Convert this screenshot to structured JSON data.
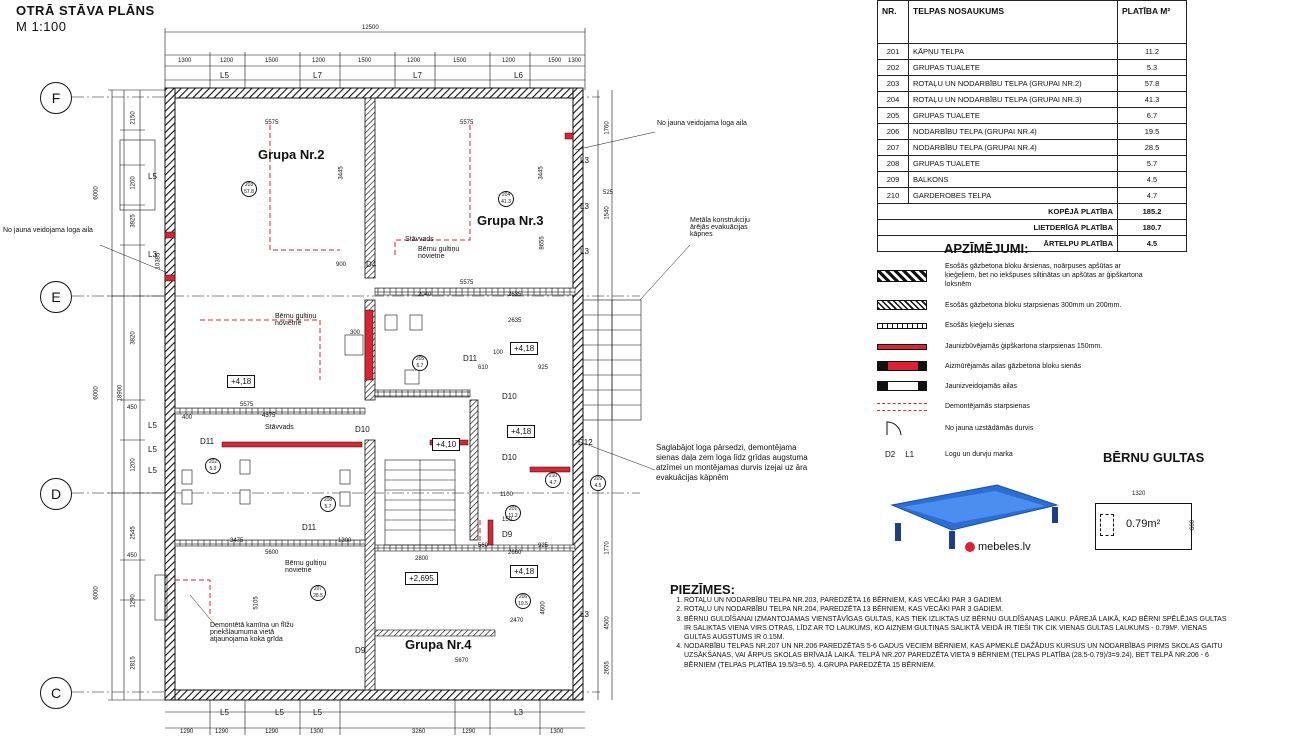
{
  "plan": {
    "title": "OTRĀ STĀVA PLĀNS",
    "scale": "M 1:100",
    "overall_dim": "12500",
    "top_dims": [
      "1300",
      "1200",
      "1500",
      "1200",
      "1500",
      "1200",
      "1500",
      "1200",
      "1500",
      "1300"
    ],
    "top_marks": [
      "L5",
      "L7",
      "L7",
      "L6"
    ],
    "bottom_dims": [
      "1290",
      "1290",
      "1290",
      "1300",
      "3260",
      "1290",
      "1300"
    ],
    "bottom_marks": [
      "L5",
      "L5",
      "L5",
      "L3"
    ],
    "left_dims": [
      "2150",
      "1200",
      "3925",
      "10385",
      "3820",
      "450",
      "1200",
      "6000",
      "18900",
      "6000",
      "6000",
      "1290",
      "2545",
      "450",
      "2815"
    ],
    "right_dims": [
      "1760",
      "525",
      "1540",
      "8655",
      "1770",
      "4500",
      "2655"
    ],
    "grid_lines": [
      "F",
      "E",
      "D",
      "C"
    ],
    "rooms": {
      "g2": "Grupa Nr.2",
      "g3": "Grupa Nr.3",
      "g4": "Grupa Nr.4"
    },
    "room_numbers": [
      {
        "num": "203",
        "area": "57.8"
      },
      {
        "num": "204",
        "area": "41.3"
      },
      {
        "num": "202",
        "area": "5.3"
      },
      {
        "num": "207",
        "area": "28.5"
      },
      {
        "num": "206",
        "area": "19.5"
      },
      {
        "num": "208",
        "area": "5.7"
      },
      {
        "num": "205",
        "area": "6.7"
      },
      {
        "num": "201",
        "area": "11.2"
      },
      {
        "num": "209",
        "area": "4.5"
      },
      {
        "num": "210",
        "area": "4.7"
      }
    ],
    "levels": [
      "+4,18",
      "+4,18",
      "+4,10",
      "+4,18",
      "+2,695",
      "+4,18"
    ],
    "annotations": {
      "window_left": "No jauna veidojama loga aila",
      "window_right": "No jauna veidojama loga aila",
      "stair_metal": "Metāla konstrukciju ārējās evakuācijas kāpnes",
      "stavvads1": "Stāvvads",
      "stavvads2": "Stāvvads",
      "bed1": "Bērnu gultiņu novietne",
      "bed2": "Bērnu gultiņu novietne",
      "bed3": "Bērnu gultiņu novietne",
      "chimney": "Demontētā kamīna un flīžu priekšlaumuma vietā atjaunojama koka grīda",
      "lintel": "Saglabājot loga pārsedzi, demontējama sienas daļa zem loga līdz grīdas augstuma atzīmei un montējamas durvis izejai uz āra evakuācijas kāpnēm"
    },
    "doors": [
      "D4",
      "D10",
      "D11",
      "D11",
      "D10",
      "D11",
      "D12",
      "D9",
      "D9",
      "D10"
    ],
    "inner_dims": [
      "5575",
      "5575",
      "3445",
      "3445",
      "5575",
      "2635",
      "2635",
      "5575",
      "4375",
      "2040",
      "3475",
      "5600",
      "2800",
      "2660",
      "2470",
      "5670",
      "5105",
      "4600",
      "900",
      "300",
      "400",
      "610",
      "925",
      "560",
      "925",
      "100",
      "150",
      "1100",
      "1300"
    ]
  },
  "room_table": {
    "headers": [
      "NR.",
      "TELPAS NOSAUKUMS",
      "PLATĪBA M²"
    ],
    "rows": [
      [
        "201",
        "KĀPŅU TELPA",
        "11.2"
      ],
      [
        "202",
        "GRUPAS TUALETE",
        "5.3"
      ],
      [
        "203",
        "ROTAĻU UN NODARBĪBU TELPA (GRUPAI NR.2)",
        "57.8"
      ],
      [
        "204",
        "ROTAĻU UN NODARBĪBU TELPA (GRUPAI NR.3)",
        "41.3"
      ],
      [
        "205",
        "GRUPAS TUALETE",
        "6.7"
      ],
      [
        "206",
        "NODARBĪBU TELPA (GRUPAI NR.4)",
        "19.5"
      ],
      [
        "207",
        "NODARBĪBU TELPA (GRUPAI NR.4)",
        "28.5"
      ],
      [
        "208",
        "GRUPAS TUALETE",
        "5.7"
      ],
      [
        "209",
        "BALKONS",
        "4.5"
      ],
      [
        "210",
        "GARDEROBES TELPA",
        "4.7"
      ]
    ],
    "totals": [
      {
        "label": "KOPĒJĀ PLATĪBA",
        "value": "185.2"
      },
      {
        "label": "LIETDERĪGĀ PLATĪBA",
        "value": "180.7"
      },
      {
        "label": "ĀRTELPU PLATĪBA",
        "value": "4.5"
      }
    ]
  },
  "legend": {
    "title": "APZĪMĒJUMI:",
    "items": [
      "Esošās gāzbetona bloku ārsienas, noārpuses apšūtas ar ķieģeļiem, bet no iekšpuses siltinātas un apšūtas ar ģipškartona loksnēm",
      "Esošās gāzbetona bloku starpsienas 300mm un 200mm.",
      "Esošās ķieģeļu sienas",
      "Jaunizbūvējamās ģipškartona starpsienas 150mm.",
      "Aizmūrējamās ailas gāzbetona bloku sienās",
      "Jaunizveidojamās ailas",
      "Demontējamās starpsienas",
      "No jauna uzstādāmās durvis",
      "Logu un durvju marka"
    ],
    "mark_d": "D2",
    "mark_l": "L1"
  },
  "beds": {
    "title": "BĒRNU GULTAS",
    "brand": "mebeles.lv",
    "width": "1320",
    "depth": "600",
    "area": "0.79m²"
  },
  "notes": {
    "title": "PIEZĪMES:",
    "items": [
      "ROTAĻU UN NODARBĪBU TELPA NR.203, PAREDZĒTA 16 BĒRNIEM, KAS VECĀKI PAR 3 GADIEM.",
      "ROTAĻU UN NODARBĪBU TELPA NR.204, PAREDZĒTA 13 BĒRNIEM, KAS VECĀKI PAR 3 GADIEM.",
      "BĒRNU GULDĪŠANAI IZMANTOJAMAS VIENSTĀVĪGAS GULTAS, KAS TIEK IZLIKTAS UZ BĒRNU GULDĪŠANAS LAIKU. PĀREJĀ LAIKĀ, KAD BĒRNI SPĒLĒJAS GULTAS IR SALIKTAS VIENA VIRS OTRAS, LĪDZ AR TO LAUKUMS, KO AIZŅEM GULTIŅAS SALIKTĀ VEIDĀ IR TIEŠI TIK CIK VIENAS GULTAS LAUKUMS - 0.79M². VIENAS GULTAS AUGSTUMS IR 0.15M.",
      "NODARBĪBU TELPAS NR.207 UN NR.206 PAREDZĒTAS 5-6 GADUS VECIEM BĒRNIEM, KAS APMEKLĒ DAŽĀDUS KURSUS UN NODARBĪBAS PIRMS SKOLAS GAITU UZSĀKŠANAS, VAI ĀRPUS SKOLAS BRĪVAJĀ LAIKĀ. TELPĀ NR.207 PAREDZĒTA VIETA 9 BĒRNIEM (TELPAS PLATĪBA (28.5-0.79)/3=9.24), BET TELPĀ NR.206 - 6 BĒRNIEM (TELPAS PLATĪBA 19.5/3=6.5). 4.GRUPA PAREDZĒTA 15 BĒRNIEM."
    ]
  }
}
